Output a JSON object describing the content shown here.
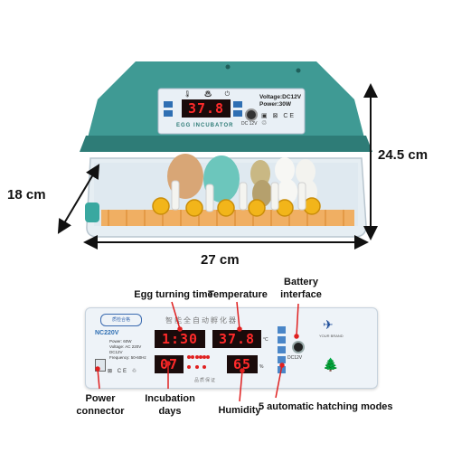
{
  "product": {
    "brand_label": "EGG INCUBATOR",
    "voltage_label": "Voltage:DC12V",
    "power_label": "Power:30W",
    "mini_display_value": "37.8",
    "mini_input_label": "DC 12V"
  },
  "dimensions": {
    "width": "27 cm",
    "depth": "18 cm",
    "height": "24.5 cm"
  },
  "panel": {
    "chinese_title": "智能全自动孵化器",
    "chinese_bottom": "品质保证",
    "model_label": "NC220V",
    "badge_text": "质检合格",
    "spec_power": "Power: 60W",
    "spec_voltage": "Voltage: AC 220V",
    "spec_dc": "DC12V",
    "spec_freq": "Frequency: 50-60Hz",
    "turn_time_value": "1:30",
    "temperature_value": "37.8",
    "days_value": "07",
    "humidity_value": "65",
    "temp_unit": "°C",
    "humidity_unit": "%",
    "battery_port_label": "DC12V",
    "logo_text": "YOUR BRAND"
  },
  "callouts": {
    "egg_turning_time": "Egg turning time",
    "temperature": "Temperature",
    "battery_interface": "Battery\ninterface",
    "power_connector": "Power\nconnector",
    "incubation_days": "Incubation\ndays",
    "humidity": "Humidity",
    "hatching_modes": "5 automatic hatching modes"
  },
  "colors": {
    "lid_teal": "#3f9a94",
    "lid_dark": "#2e7c77",
    "panel_bg": "#eef3f8",
    "display_bg": "#1a0b0b",
    "segment_red": "#ff2a2a",
    "pointer_red": "#e02020",
    "egg_tan": "#d8a676",
    "egg_teal": "#6cc6bc",
    "gear_yellow": "#f2b51a"
  }
}
